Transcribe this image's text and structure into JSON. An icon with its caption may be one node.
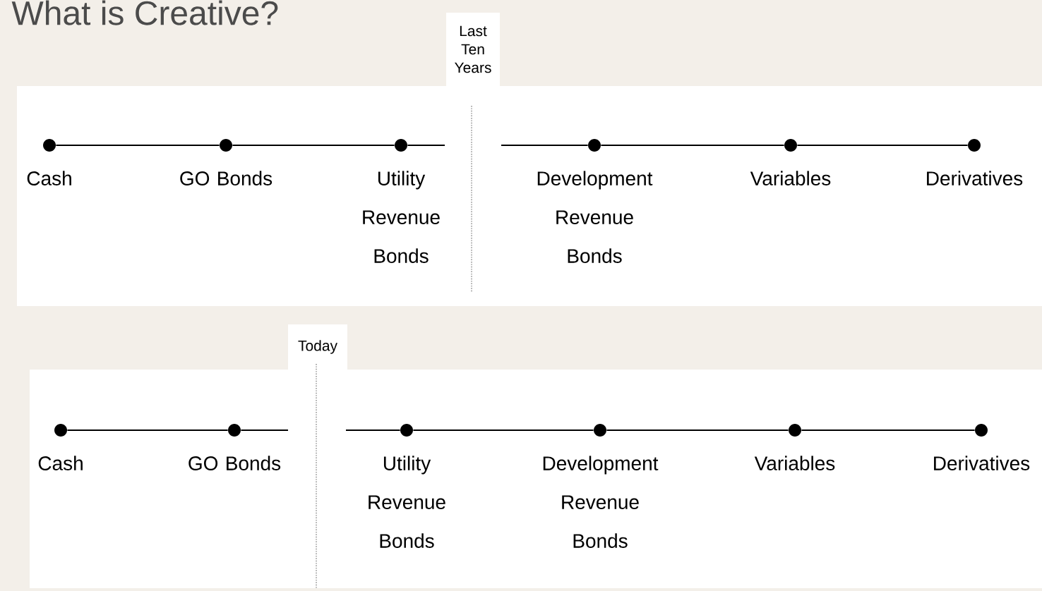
{
  "diagram": {
    "title": "What is Creative?",
    "nodes": [
      {
        "text": [],
        "shape": "circle",
        "beside": [
          "Cash"
        ]
      },
      {
        "text": [],
        "shape": "circle",
        "beside": [
          "GO Bonds"
        ]
      },
      {
        "text": [],
        "shape": "circle",
        "beside": [
          "Utility Revenue Bonds"
        ]
      },
      {
        "text": [],
        "shape": "circle",
        "beside": [
          "Development Revenue Bonds"
        ]
      },
      {
        "text": [],
        "shape": "circle",
        "beside": [
          "Variables"
        ]
      },
      {
        "text": [],
        "shape": "circle",
        "beside": [
          "Derivatives"
        ]
      },
      {
        "text": [],
        "shape": "circle",
        "beside": [
          "Cash"
        ]
      },
      {
        "text": [],
        "shape": "circle",
        "beside": [
          "GO Bonds"
        ]
      },
      {
        "text": [],
        "shape": "circle",
        "beside": [
          "Utility Revenue Bonds"
        ]
      },
      {
        "text": [],
        "shape": "circle",
        "beside": [
          "Development Revenue Bonds"
        ]
      },
      {
        "text": [],
        "shape": "circle",
        "beside": [
          "Variables"
        ]
      },
      {
        "text": [],
        "shape": "circle",
        "beside": [
          "Derivatives"
        ]
      }
    ],
    "edges": [
      {
        "from": 0,
        "to": 1,
        "arrow": "none"
      },
      {
        "from": 1,
        "to": 2,
        "arrow": "none"
      },
      {
        "from": 2,
        "to": 3,
        "arrow": "none"
      },
      {
        "from": 3,
        "to": 4,
        "arrow": "none"
      },
      {
        "from": 4,
        "to": 5,
        "arrow": "none"
      },
      {
        "from": 6,
        "to": 7,
        "arrow": "none"
      },
      {
        "from": 7,
        "to": 8,
        "arrow": "none"
      },
      {
        "from": 8,
        "to": 9,
        "arrow": "none"
      },
      {
        "from": 9,
        "to": 10,
        "arrow": "none"
      },
      {
        "from": 10,
        "to": 11,
        "arrow": "none"
      }
    ],
    "labels": [
      "Last Ten Years",
      "Today"
    ]
  }
}
